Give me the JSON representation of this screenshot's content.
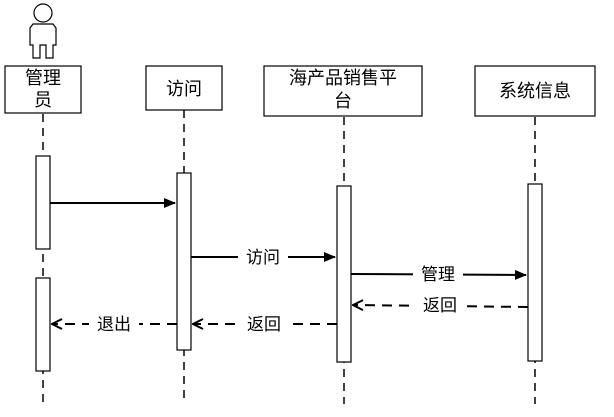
{
  "participants": {
    "admin": {
      "line1": "管理",
      "line2": "员",
      "icon": "actor-stick-figure-icon"
    },
    "visit": {
      "label": "访问"
    },
    "platform": {
      "line1": "海产品销售平",
      "line2": "台"
    },
    "sysinfo": {
      "label": "系统信息"
    }
  },
  "messages": {
    "admin_to_visit": {
      "label": "",
      "style": "solid"
    },
    "visit_to_platform": {
      "label": "访问",
      "style": "solid"
    },
    "platform_to_sysinfo": {
      "label": "管理",
      "style": "solid"
    },
    "sysinfo_to_platform": {
      "label": "返回",
      "style": "dashed"
    },
    "platform_to_visit": {
      "label": "返回",
      "style": "dashed"
    },
    "visit_to_admin": {
      "label": "退出",
      "style": "dashed"
    }
  },
  "colors": {
    "stroke": "#000000",
    "background": "#ffffff"
  }
}
